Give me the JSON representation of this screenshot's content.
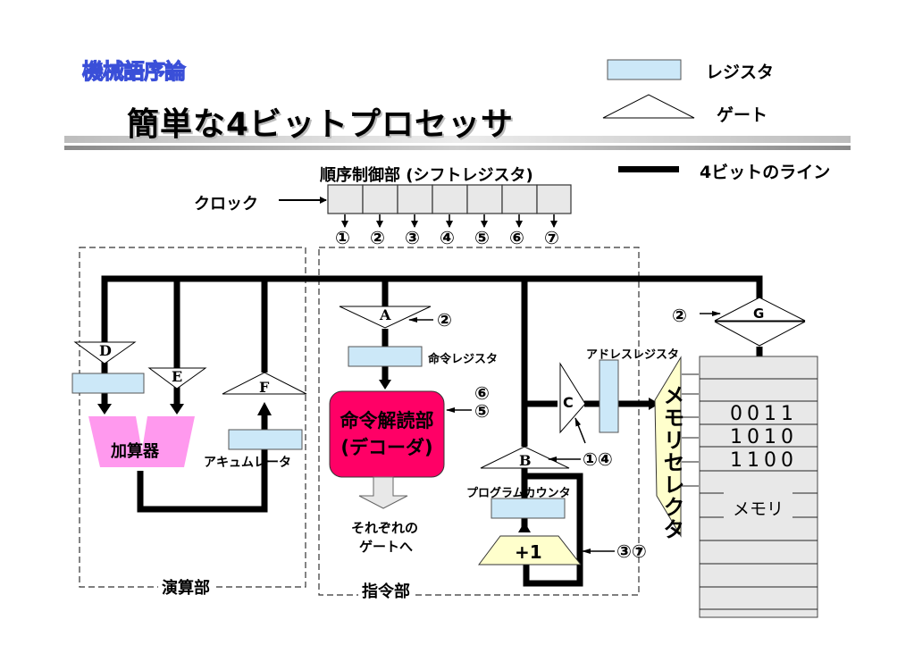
{
  "header": {
    "course_title": "機械語序論",
    "slide_title": "簡単な4ビットプロセッサ"
  },
  "legend": {
    "register": "レジスタ",
    "gate": "ゲート",
    "line": "4ビットのライン"
  },
  "sequencer": {
    "title": "順序制御部 (シフトレジスタ)",
    "clock_label": "クロック",
    "steps": [
      "①",
      "②",
      "③",
      "④",
      "⑤",
      "⑥",
      "⑦"
    ]
  },
  "alu_section": {
    "label": "演算部",
    "adder": "加算器",
    "accumulator": "アキュムレータ",
    "gates": [
      "D",
      "E",
      "F"
    ]
  },
  "control_section": {
    "label": "指令部",
    "gate_a": "A",
    "gate_a_signal": "②",
    "instruction_register": "命令レジスタ",
    "decoder_line1": "命令解読部",
    "decoder_line2": "(デコーダ)",
    "decoder_signal_top": "⑥",
    "decoder_signal_bottom": "⑤",
    "decoder_output": [
      "それぞれの",
      "ゲートへ"
    ],
    "gate_b": "B",
    "gate_bc_signal": "①④",
    "gate_c": "C",
    "program_counter": "プログラムカウンタ",
    "incrementer": "+1",
    "incrementer_signal": "③⑦"
  },
  "memory_section": {
    "address_register": "アドレスレジスタ",
    "memory_selector": "メモリセレクタ",
    "gate_g": "G",
    "gate_g_signal": "②",
    "memory_label": "メモリ",
    "memory_rows": [
      "",
      "",
      "0011",
      "1010",
      "1100",
      "",
      "",
      "",
      "",
      "",
      ""
    ]
  },
  "colors": {
    "register_fill": "#cce8f8",
    "adder_fill": "#ff99ee",
    "decoder_fill": "#ff0066",
    "incrementer_fill": "#ffffcc",
    "selector_fill": "#ffffcc",
    "memory_fill": "#e8e8e8",
    "shift_cell_fill": "#e8e8e8"
  }
}
